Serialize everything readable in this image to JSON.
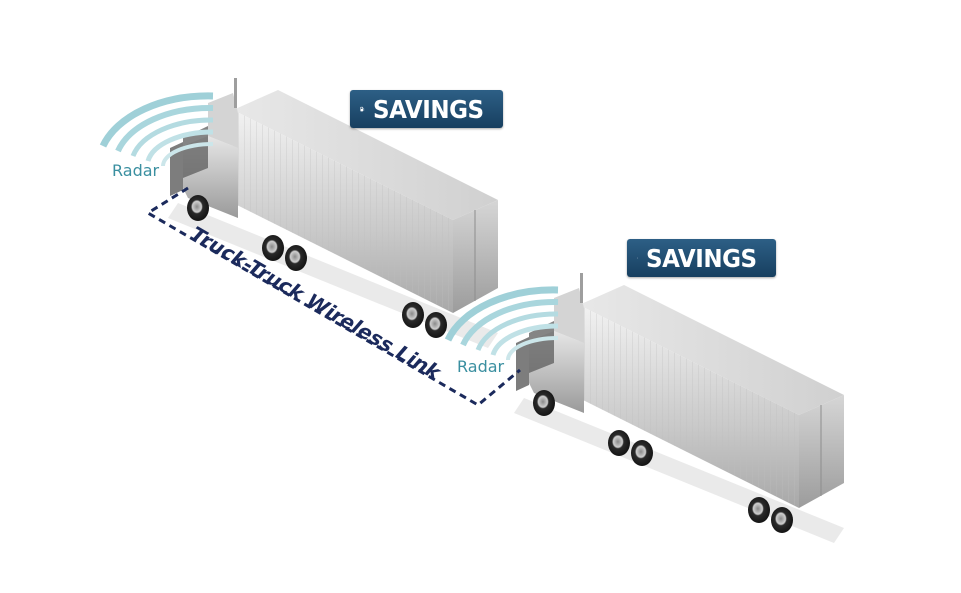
{
  "labels": {
    "radar_lead": "Radar",
    "radar_follow": "Radar",
    "link": "Truck-Truck Wireless Link",
    "savings_1": "SAVINGS",
    "savings_2": "SAVINGS"
  },
  "icons": [
    "fuel-pump-icon",
    "radar-wave-icon"
  ],
  "colors": {
    "radar": "#9fd0d8",
    "radar_label": "#3a8fa0",
    "link": "#1b2a5c",
    "badge": "#1f4a6e"
  }
}
